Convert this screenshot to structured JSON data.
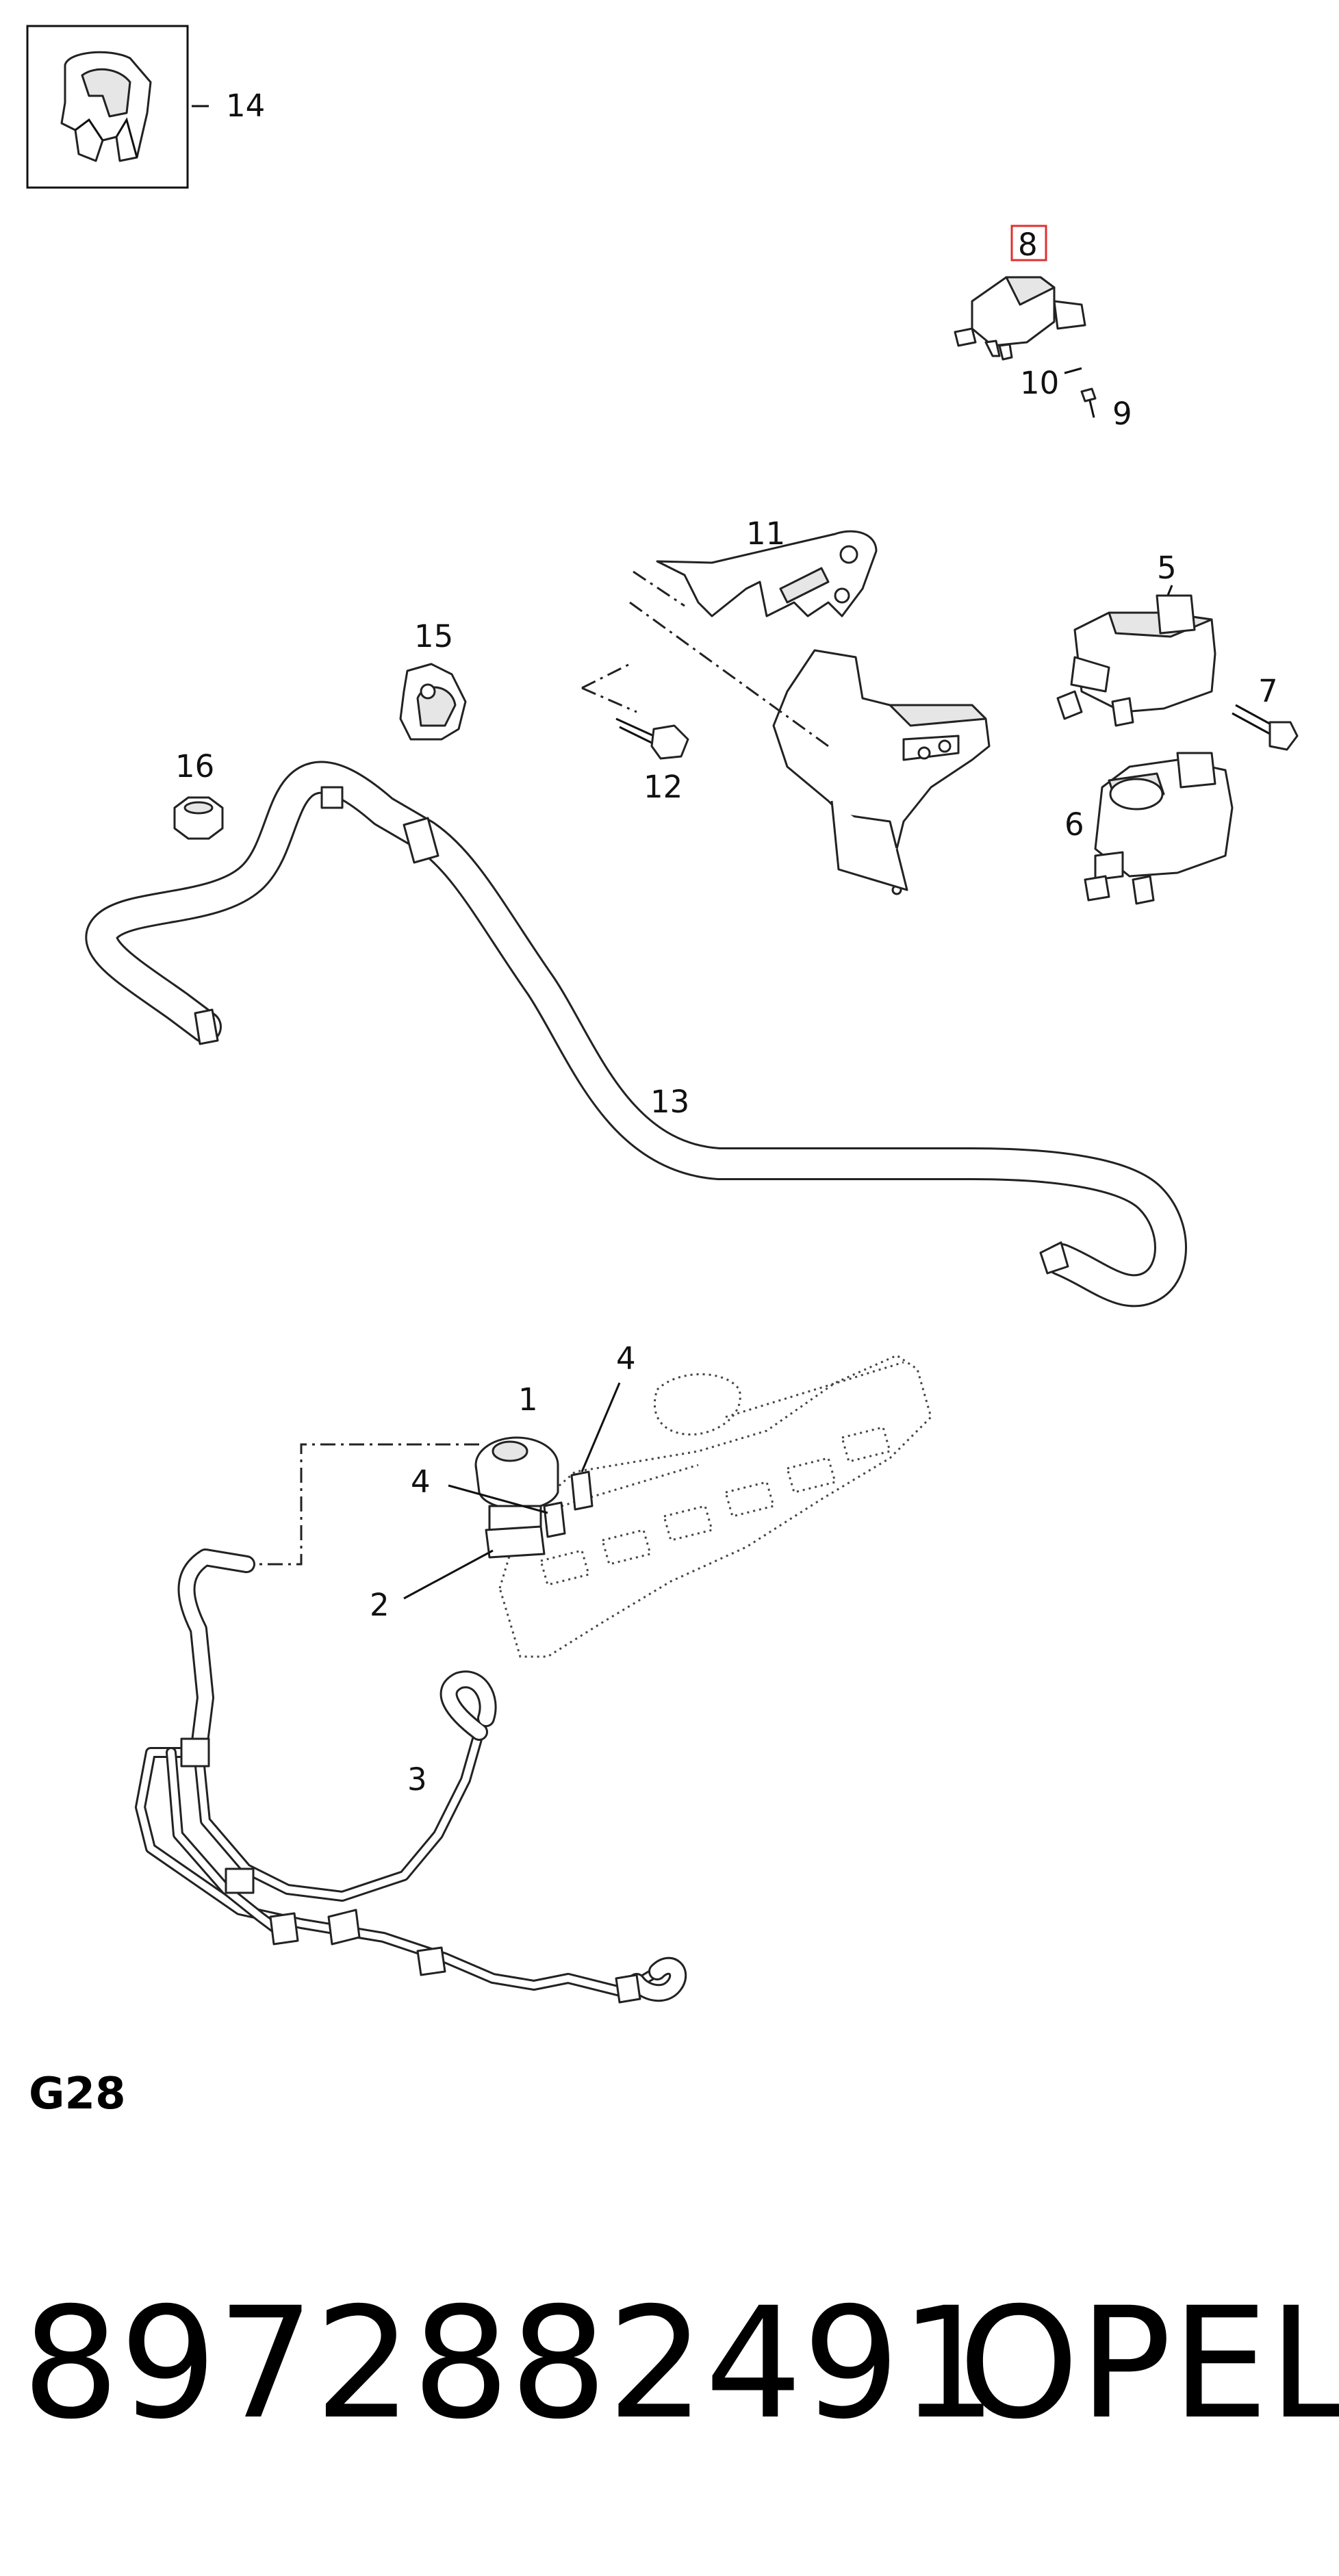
{
  "callouts": {
    "c1": "1",
    "c2": "2",
    "c3": "3",
    "c4a": "4",
    "c4b": "4",
    "c5": "5",
    "c6": "6",
    "c7": "7",
    "c8": "8",
    "c9": "9",
    "c10": "10",
    "c11": "11",
    "c12": "12",
    "c13": "13",
    "c14": "14",
    "c15": "15",
    "c16": "16"
  },
  "section_code": "G28",
  "part_number": "8972882491",
  "brand": "OPEL",
  "colors": {
    "highlight_box": "#e03030",
    "line": "#111111"
  }
}
